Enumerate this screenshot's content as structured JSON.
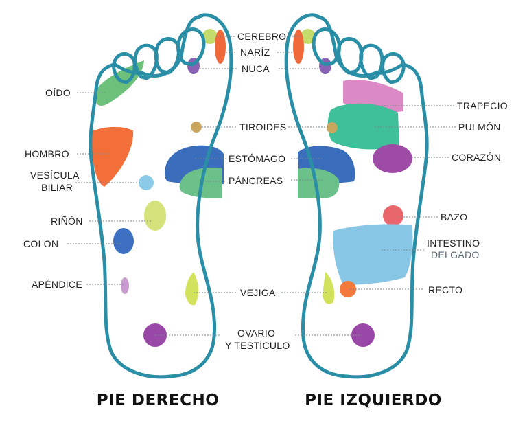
{
  "titles": {
    "right_foot": "PIE DERECHO",
    "left_foot": "PIE IZQUIERDO"
  },
  "labels": {
    "cerebro": "CEREBRO",
    "nariz": "NARÍZ",
    "nuca": "NUCA",
    "tiroides": "TIROIDES",
    "estomago": "ESTÓMAGO",
    "pancreas": "PÁNCREAS",
    "vejiga": "VEJIGA",
    "ovario_line1": "OVARIO",
    "ovario_line2": "Y TESTÍCULO",
    "oido": "OÍDO",
    "hombro": "HOMBRO",
    "vesicula_line1": "VESÍCULA",
    "vesicula_line2": "BILIAR",
    "rinon": "RIÑÓN",
    "colon": "COLON",
    "apendice": "APÉNDICE",
    "trapecio": "TRAPECIO",
    "pulmon": "PULMÓN",
    "corazon": "CORAZÓN",
    "bazo": "BAZO",
    "intestino_line1": "INTESTINO",
    "intestino_line2": "DELGADO",
    "recto": "RECTO"
  },
  "colors": {
    "outline": "#2a8fa6",
    "cerebro": "#c3dc6c",
    "nariz": "#f0693a",
    "nuca": "#8a62b4",
    "tiroides": "#c9a65e",
    "estomago": "#3a6dbb",
    "pancreas": "#6cc08a",
    "vejiga": "#d3e25c",
    "ovario": "#9a48a8",
    "oido": "#6cc07a",
    "hombro": "#f36f3a",
    "vesicula": "#8ccbe8",
    "rinon": "#d3e27a",
    "colon": "#3d6fc0",
    "apendice": "#c89ad0",
    "trapecio": "#dc8ac6",
    "pulmon": "#3fbf9a",
    "corazon": "#9e4ba6",
    "bazo": "#e8666a",
    "intestino": "#88c6e6",
    "recto": "#f47a3c"
  }
}
